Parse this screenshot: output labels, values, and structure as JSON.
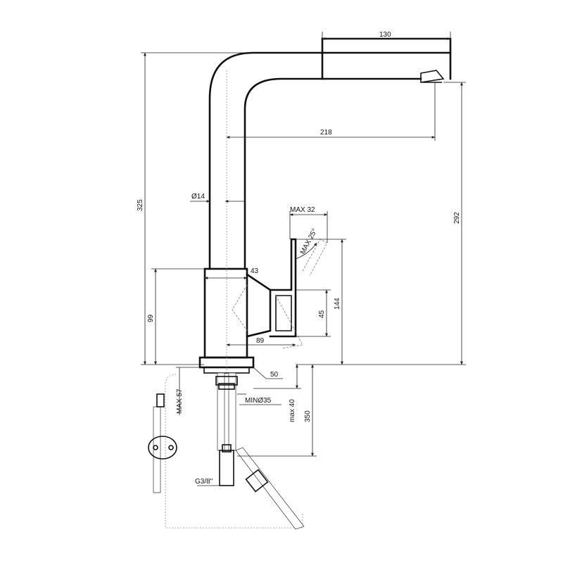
{
  "dimensions": {
    "spout_head_length": "130",
    "spout_reach": "218",
    "total_height": "325",
    "outlet_height": "292",
    "pipe_diameter": "Ø14",
    "lever_max_travel": "MAX 32",
    "lever_max_angle": "MAX 25°",
    "body_width": "43",
    "body_height": "99",
    "lever_offset": "89",
    "handle_height": "45",
    "handle_total_height": "144",
    "base_thickness": "50",
    "counter_max": "MAX 57",
    "hole_min": "MINØ35",
    "mount_max": "max 40",
    "hose_length": "350",
    "thread": "G3/8\""
  }
}
